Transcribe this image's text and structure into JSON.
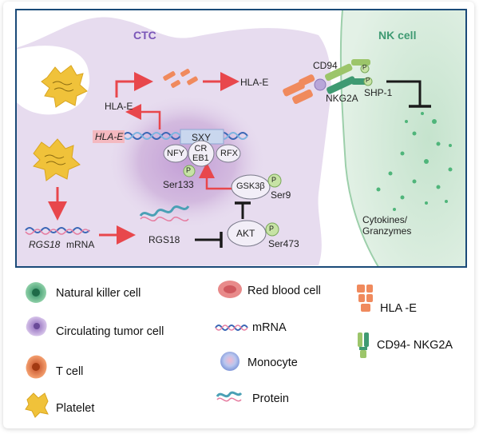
{
  "panel": {
    "ctc_title": "CTC",
    "nk_title": "NK cell"
  },
  "labels": {
    "hla_e_left": "HLA-E",
    "hla_e_gene": "HLA-E",
    "hla_e_surface": "HLA-E",
    "sxy": "SXY",
    "nfy": "NFY",
    "creb1": "CR\nEB1",
    "rfx": "RFX",
    "p": "P",
    "ser133": "Ser133",
    "gsk3b": "GSK3β",
    "ser9": "Ser9",
    "akt": "AKT",
    "ser473": "Ser473",
    "rgs18_mrna_gene": "RGS18",
    "rgs18_mrna_word": "mRNA",
    "rgs18_protein": "RGS18",
    "cd94": "CD94",
    "nkg2a": "NKG2A",
    "shp1": "SHP-1",
    "cytokines": "Cytokines/\nGranzymes"
  },
  "legend": {
    "natural_killer_cell": "Natural killer cell",
    "circulating_tumor_cell": "Circulating tumor cell",
    "t_cell": "T cell",
    "platelet": "Platelet",
    "red_blood_cell": "Red blood cell",
    "mrna": "mRNA",
    "monocyte": "Monocyte",
    "protein": "Protein",
    "hla_e": "HLA -E",
    "cd94_nkg2a": "CD94- NKG2A"
  },
  "colors": {
    "border": "#1a4a78",
    "ctc_fill": "#e7dcef",
    "ctc_nucleus": "#c9acd9",
    "nk_fill": "#d4ead9",
    "arrow_red": "#e8474c",
    "hla_orange": "#f08a5d",
    "receptor_green": "#9cc56a",
    "platelet_yellow": "#f0c23a",
    "inhibit_black": "#1a1a1a",
    "p_green": "#c7e3a5",
    "sxy_blue": "#c9d7ee"
  }
}
